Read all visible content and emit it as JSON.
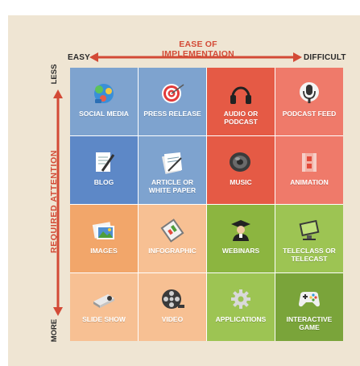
{
  "axes": {
    "top_title": "EASE OF IMPLEMENTAION",
    "left_title": "REQUIRED   ATTENTION",
    "easy": "EASY",
    "difficult": "DIFFICULT",
    "less": "LESS",
    "more": "MORE"
  },
  "cells": [
    {
      "label": "SOCIAL MEDIA",
      "icon": "social-media-icon",
      "color": "#7ea3cf"
    },
    {
      "label": "PRESS RELEASE",
      "icon": "target-icon",
      "color": "#7ea3cf"
    },
    {
      "label": "AUDIO OR\nPODCAST",
      "icon": "headphones-icon",
      "color": "#e55a45"
    },
    {
      "label": "PODCAST FEED",
      "icon": "microphone-icon",
      "color": "#ef7a6a"
    },
    {
      "label": "BLOG",
      "icon": "blog-icon",
      "color": "#5d88c7"
    },
    {
      "label": "ARTICLE OR\nWHITE PAPER",
      "icon": "document-icon",
      "color": "#7ea3cf"
    },
    {
      "label": "MUSIC",
      "icon": "speaker-icon",
      "color": "#e55a45"
    },
    {
      "label": "ANIMATION",
      "icon": "film-icon",
      "color": "#ef7a6a"
    },
    {
      "label": "IMAGES",
      "icon": "images-icon",
      "color": "#f2a66a"
    },
    {
      "label": "INFOGRAPHIC",
      "icon": "infographic-icon",
      "color": "#f7c093"
    },
    {
      "label": "WEBINARS",
      "icon": "graduate-icon",
      "color": "#8cb540"
    },
    {
      "label": "TELECLASS OR\nTELECAST",
      "icon": "monitor-icon",
      "color": "#9dc453"
    },
    {
      "label": "SLIDE SHOW",
      "icon": "projector-icon",
      "color": "#f7c093"
    },
    {
      "label": "VIDEO",
      "icon": "film-reel-icon",
      "color": "#f7c093"
    },
    {
      "label": "APPLICATIONS",
      "icon": "gear-icon",
      "color": "#9dc453"
    },
    {
      "label": "INTERACTIVE\nGAME",
      "icon": "gamepad-icon",
      "color": "#7aa43a"
    }
  ]
}
